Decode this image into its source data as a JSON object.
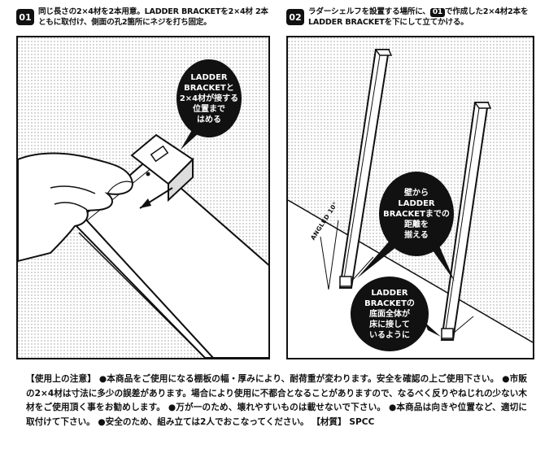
{
  "steps": [
    {
      "number": "01",
      "text": "同じ長さの2×4材を2本用意。LADDER BRACKETを2×4材 2本ともに取付け、側面の孔2箇所にネジを打ち固定。",
      "callouts": [
        "LADDER\nBRACKETと\n2×4材が接する\n位置まで\nはめる"
      ]
    },
    {
      "number": "02",
      "text_before": "ラダーシェルフを設置する場所に、",
      "ref_badge": "01",
      "text_after": "で作成した2×4材2本をLADDER BRACKETを下にして立てかける。",
      "callouts": [
        "壁から\nLADDER\nBRACKETまでの\n距離を\n揃える",
        "LADDER\nBRACKETの\n底面全体が\n床に接して\nいるように"
      ],
      "angle_label": "ANGLED 10°"
    }
  ],
  "notes": "【使用上の注意】 ●本商品をご使用になる棚板の幅・厚みにより、耐荷重が変わります。安全を確認の上ご使用下さい。 ●市販の2×4材は寸法に多少の誤差があります。場合により使用に不都合となることがありますので、なるべく反りやねじれの少ない木材をご使用頂く事をお勧めします。 ●万が一のため、壊れやすいものは載せないで下さい。 ●本商品は向きや位置など、適切に取付けて下さい。 ●安全のため、組み立ては2人でおこなってください。 【材質】 SPCC",
  "colors": {
    "ink": "#111111",
    "paper": "#ffffff",
    "wall_dot": "#9a9a9a"
  }
}
